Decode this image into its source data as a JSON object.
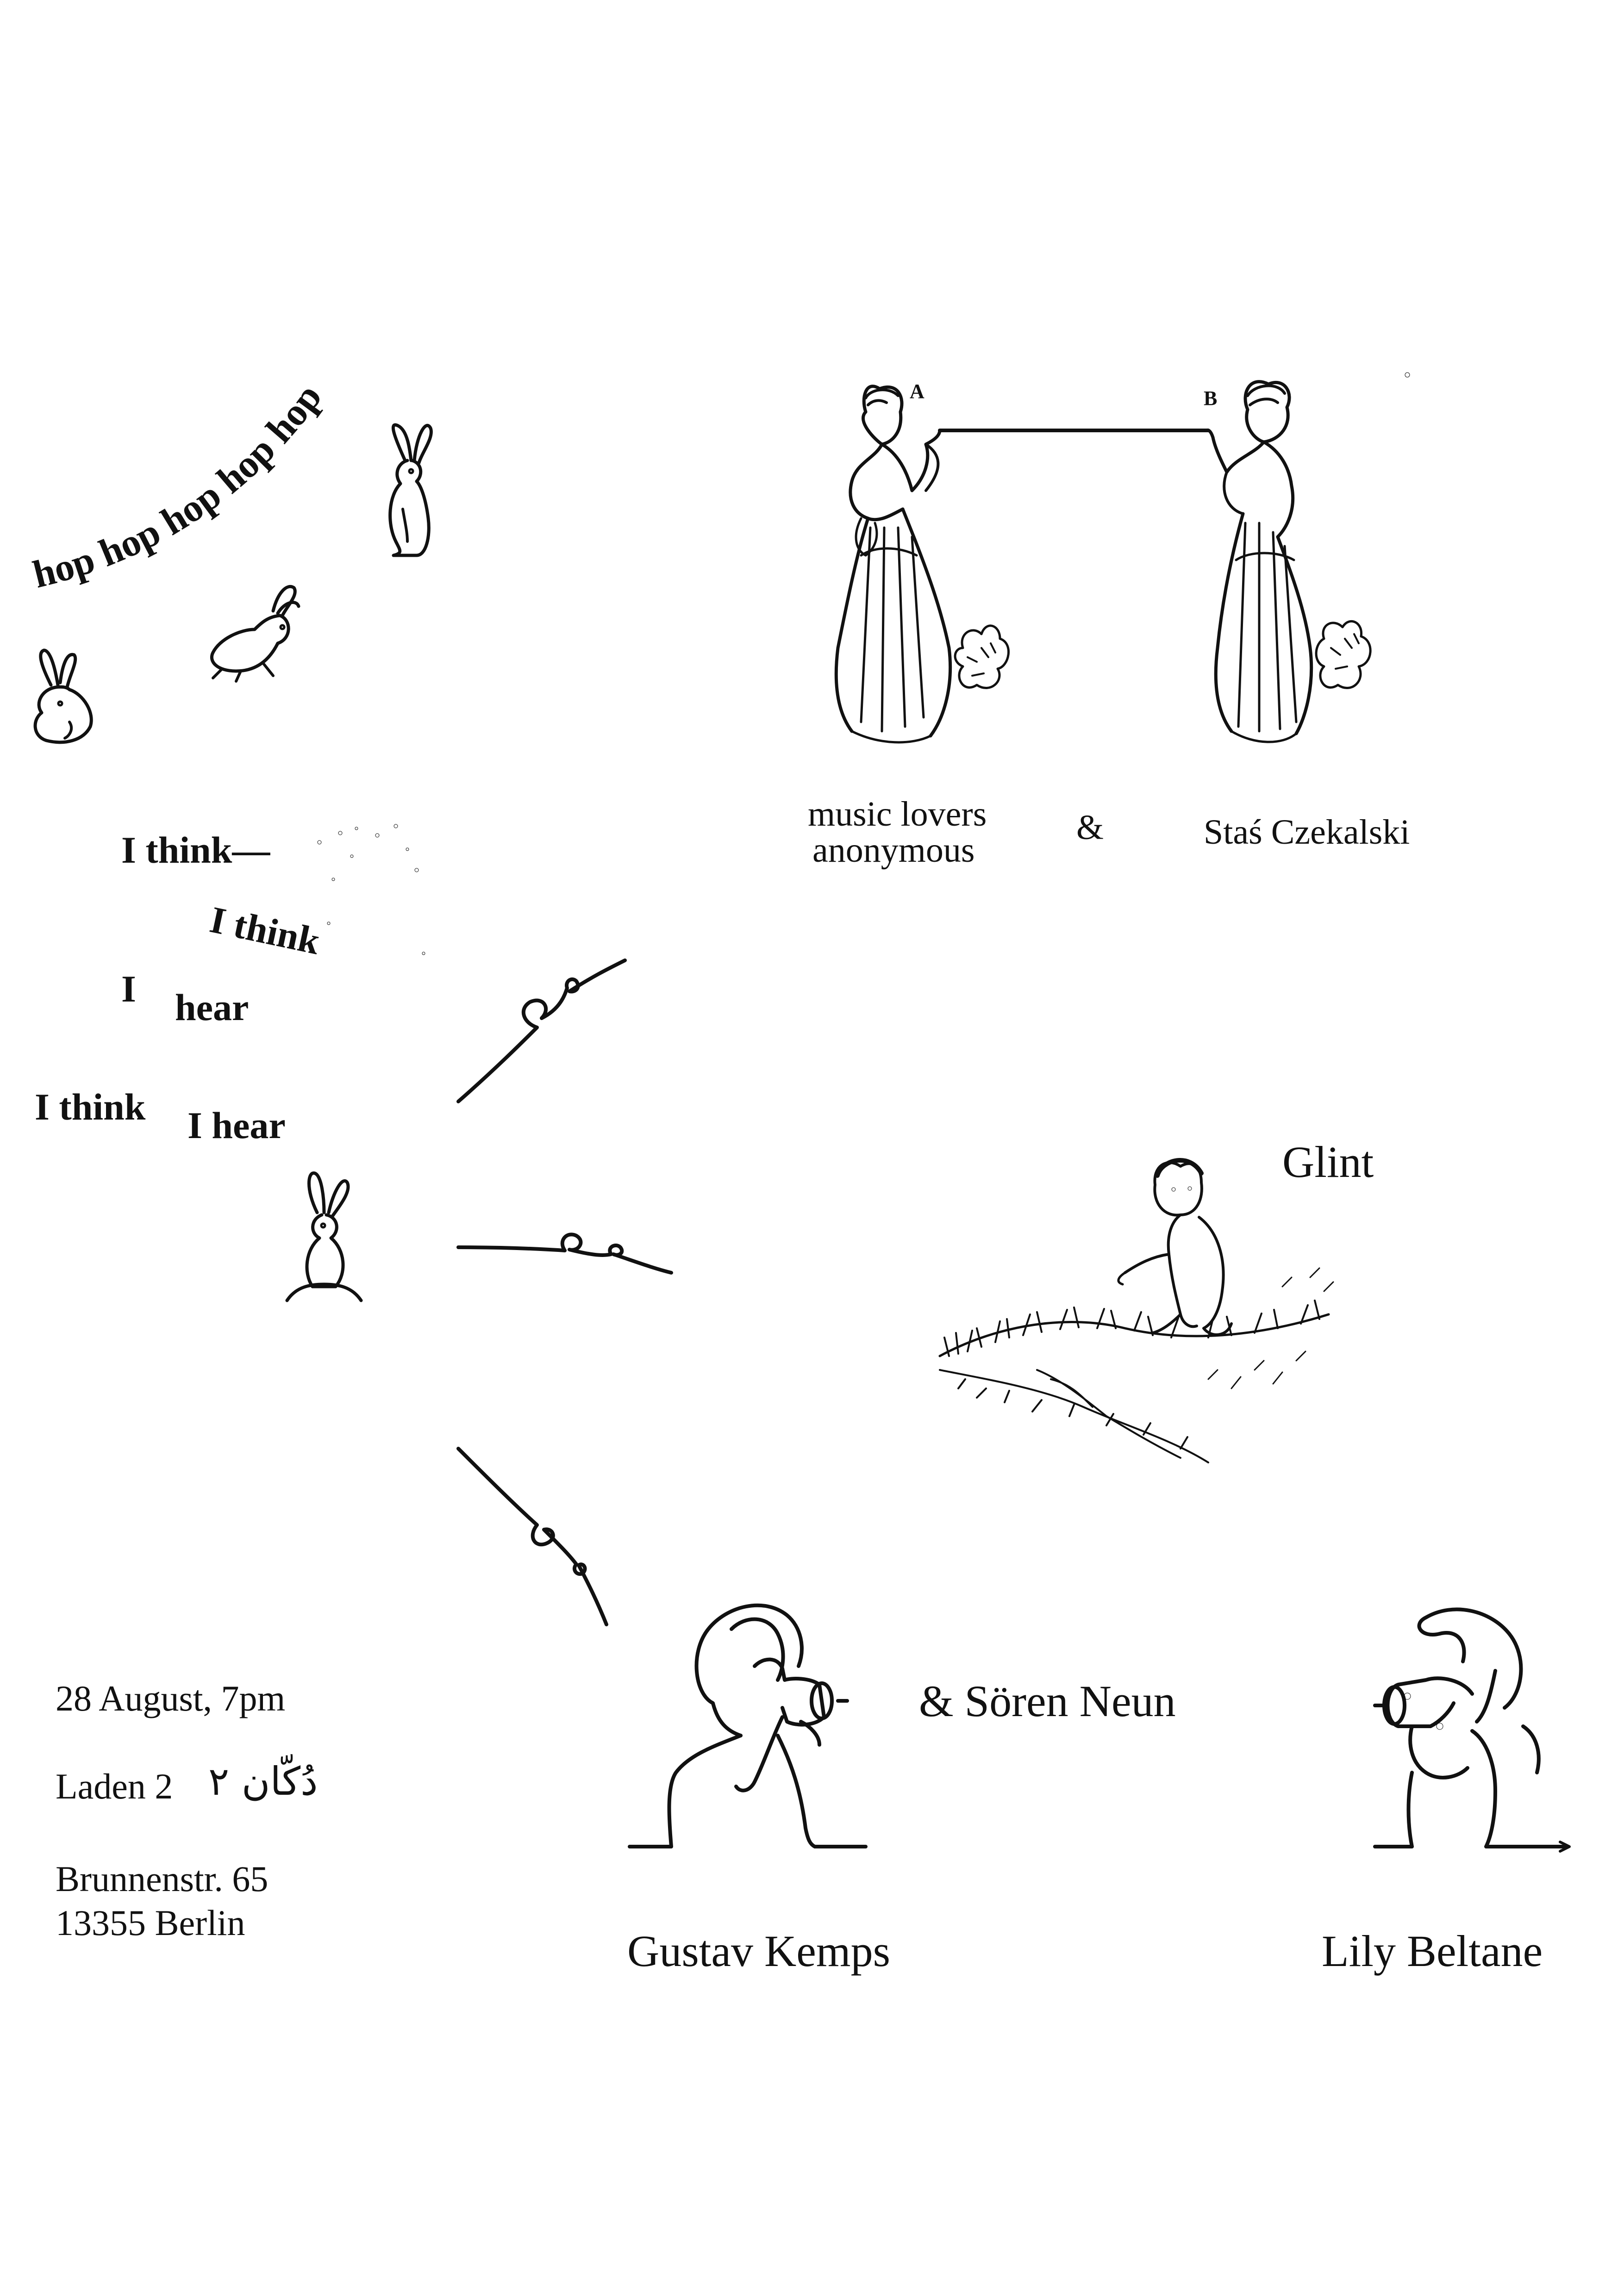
{
  "hop_text": "hop hop hop hop hop",
  "poem": {
    "line1": "I think—",
    "line2": "I think",
    "line3a": "I",
    "line3b": "hear",
    "line4a": "I think",
    "line4b": "I hear"
  },
  "artists": {
    "top_left": [
      "music lovers",
      "anonymous"
    ],
    "top_amp": "&",
    "top_right": "Staś Czekalski",
    "middle": "Glint",
    "bottom_center": "& Sören Neun",
    "bottom_left": "Gustav Kemps",
    "bottom_right": "Lily Beltane"
  },
  "event": {
    "date": "28 August, 7pm",
    "venue": "Laden 2",
    "venue_arabic": "دُکّان ۲",
    "street": "Brunnenstr. 65",
    "city": "13355 Berlin"
  },
  "illustration_labels": {
    "a": "A",
    "b": "B"
  }
}
